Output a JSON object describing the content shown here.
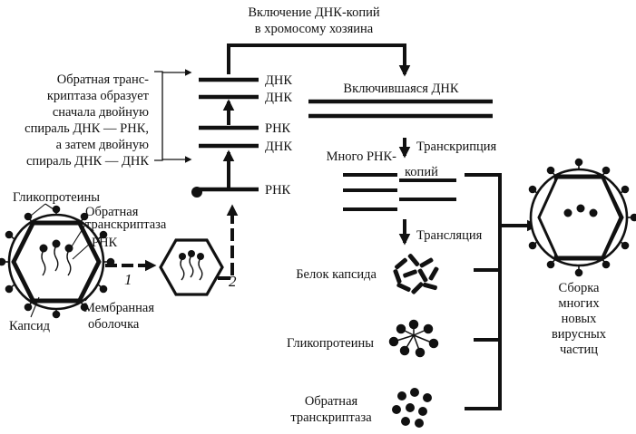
{
  "colors": {
    "ink": "#111111",
    "background": "#ffffff"
  },
  "labels": {
    "insertion_line1": "Включение ДНК-копий",
    "insertion_line2": "в хромосому хозяина",
    "rt_note": [
      "Обратная транс-",
      "криптаза образует",
      "сначала двойную",
      "спираль ДНК — РНК,",
      "а затем двойную",
      "спираль ДНК — ДНК"
    ],
    "dna": "ДНК",
    "rna": "РНК",
    "integrated_dna": "Включившаяся ДНК",
    "many_rna_line1": "Много РНК-",
    "many_rna_line2": "копий",
    "transcription": "Транскрипция",
    "translation": "Трансляция",
    "capsid_protein": "Белок капсида",
    "glycoproteins_product": "Гликопротеины",
    "rt_product": [
      "Обратная",
      "транскриптаза"
    ],
    "virus_glycoproteins": "Гликопротеины",
    "virus_rt": [
      "Обратная",
      "транскриптаза"
    ],
    "virus_rna": "РНК",
    "virus_capsid": "Капсид",
    "virus_membrane": [
      "Мембранная",
      "оболочка"
    ],
    "step1": "1",
    "step2": "2",
    "assembly": [
      "Сборка",
      "многих",
      "новых",
      "вирусных",
      "частиц"
    ]
  }
}
